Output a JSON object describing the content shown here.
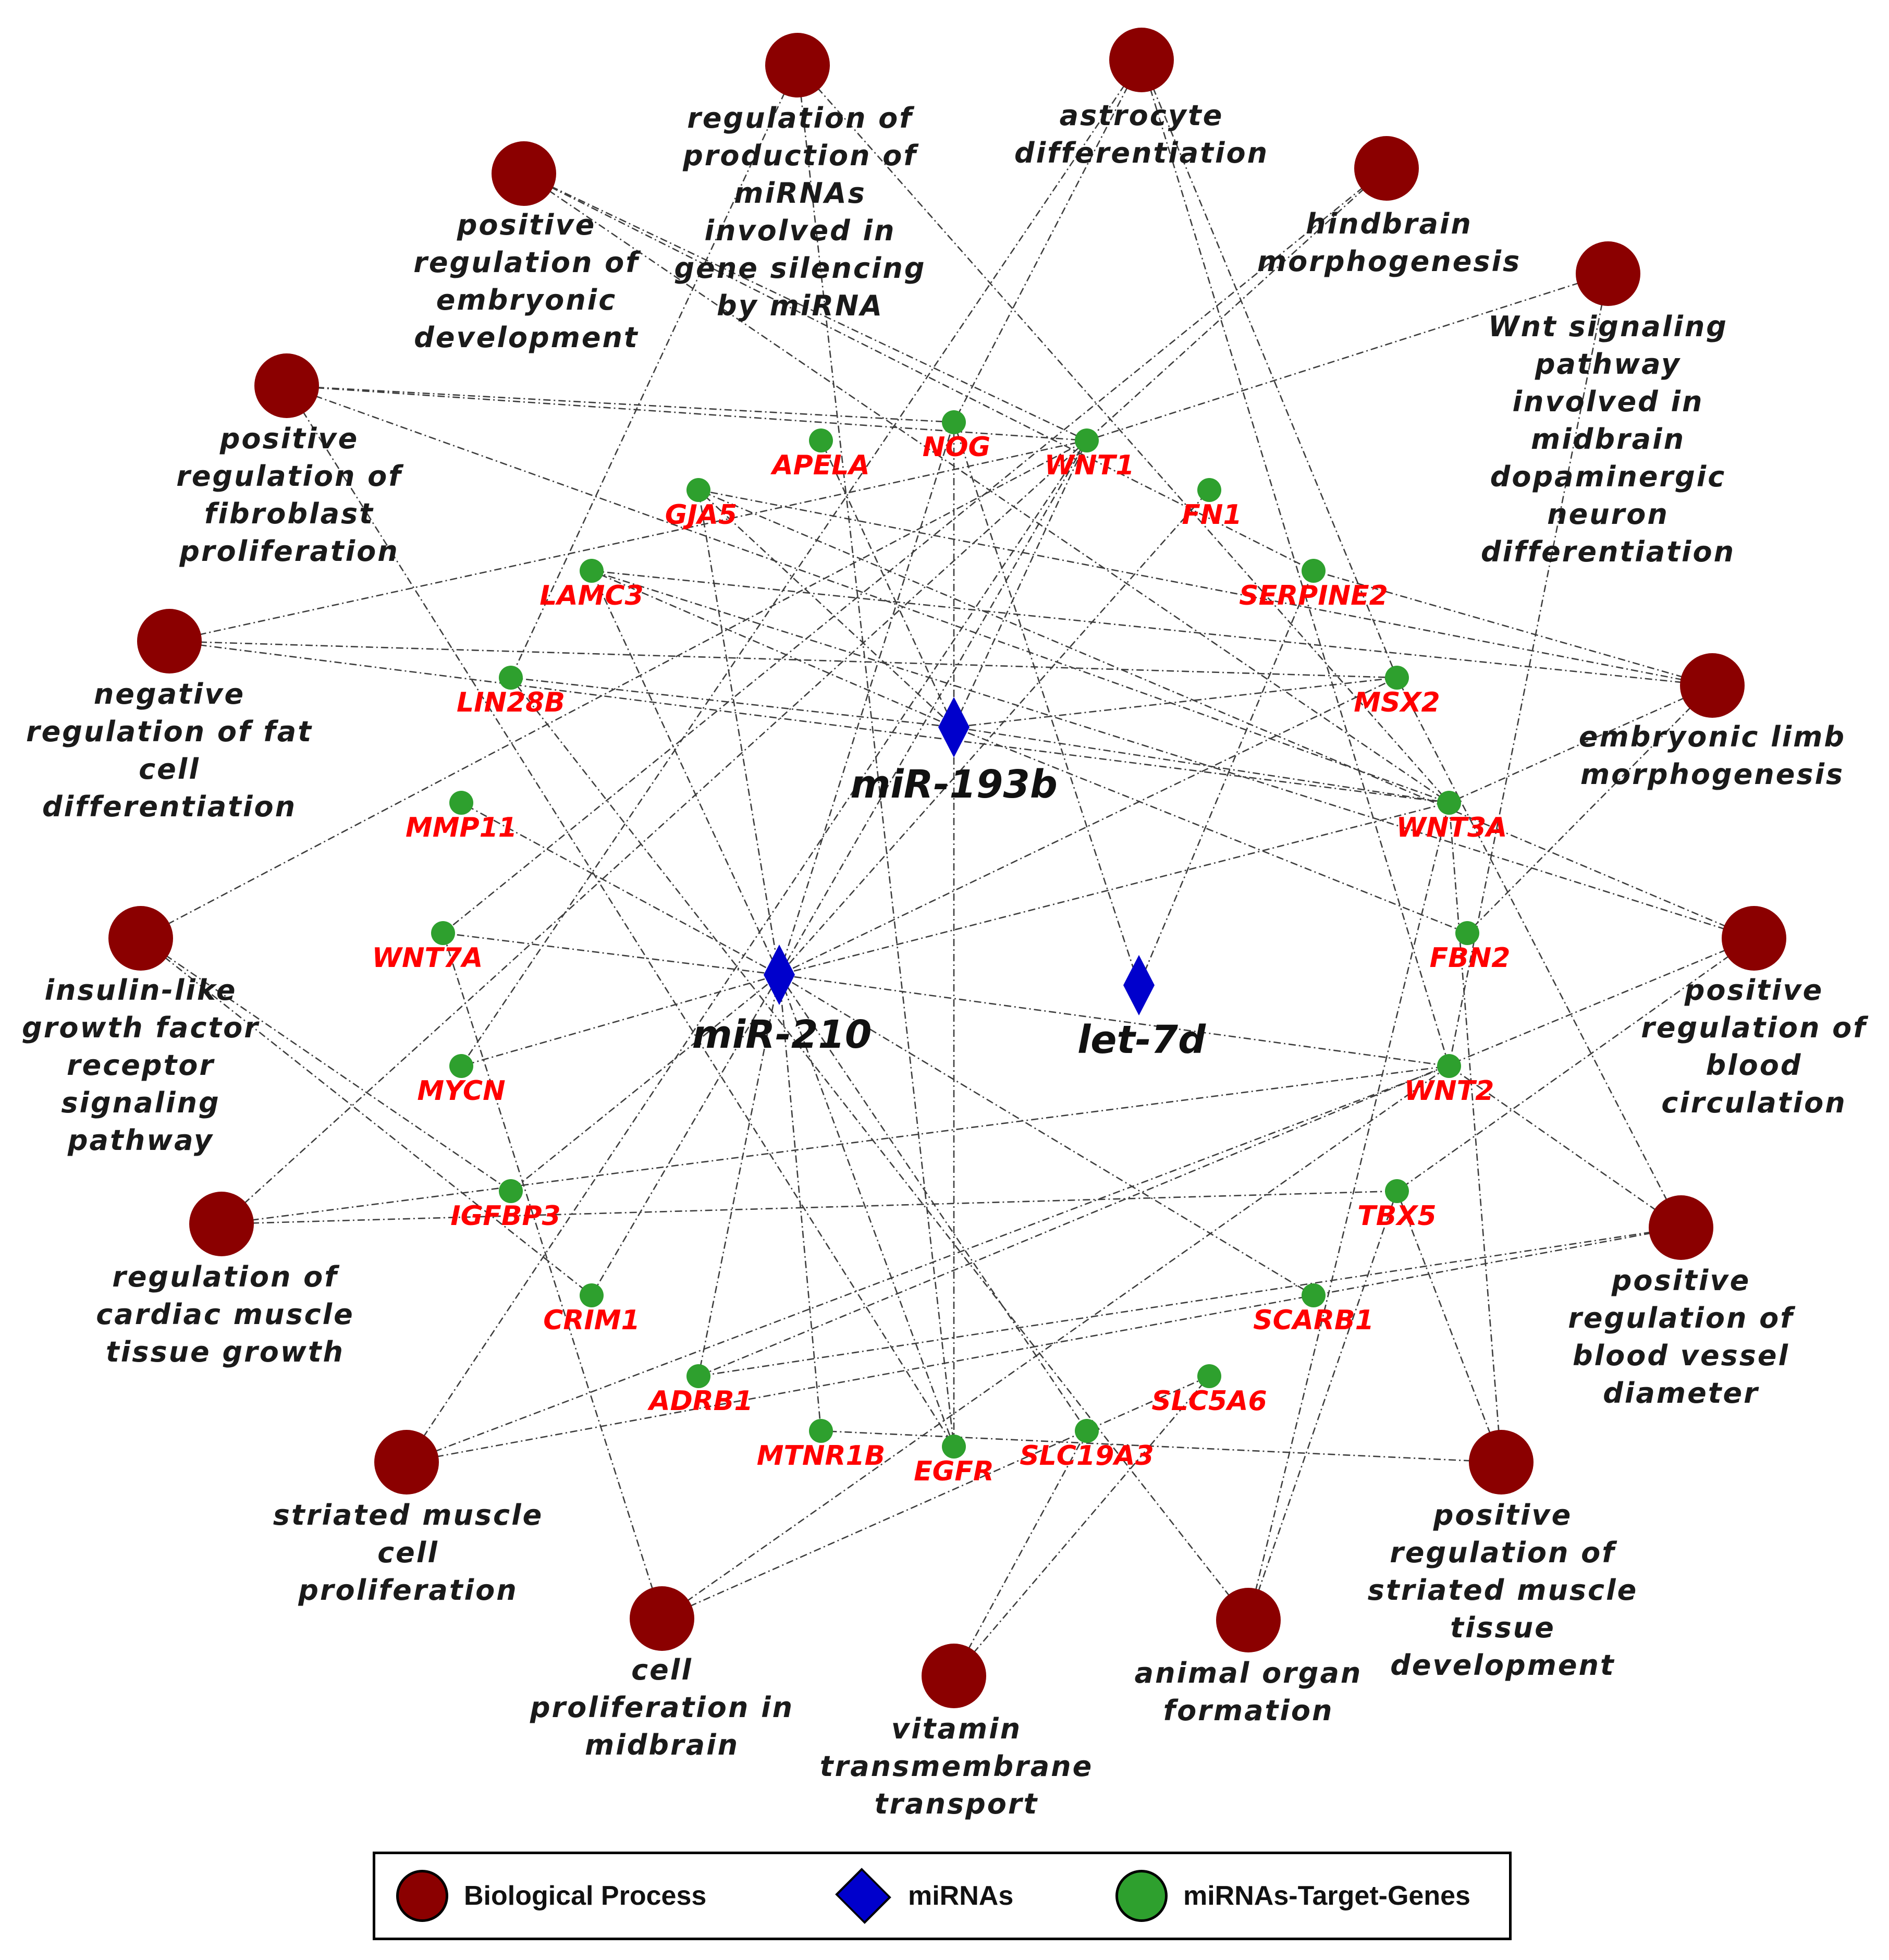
{
  "colors": {
    "biological_process": "#8b0000",
    "mirna": "#0000cc",
    "gene": "#2ea02e",
    "gene_label": "#ff0000",
    "edge": "#3d3d3d"
  },
  "legend": {
    "bp": "Biological Process",
    "mirna": "miRNAs",
    "gene": "miRNAs-Target-Genes"
  },
  "mirnas": [
    {
      "id": "m193",
      "label": "miR-193b"
    },
    {
      "id": "m210",
      "label": "miR-210"
    },
    {
      "id": "let7",
      "label": "let-7d"
    }
  ],
  "genes": [
    {
      "id": "APELA",
      "label": "APELA"
    },
    {
      "id": "NOG",
      "label": "NOG"
    },
    {
      "id": "WNT1",
      "label": "WNT1"
    },
    {
      "id": "GJA5",
      "label": "GJA5"
    },
    {
      "id": "FN1",
      "label": "FN1"
    },
    {
      "id": "LAMC3",
      "label": "LAMC3"
    },
    {
      "id": "SERPINE2",
      "label": "SERPINE2"
    },
    {
      "id": "LIN28B",
      "label": "LIN28B"
    },
    {
      "id": "MSX2",
      "label": "MSX2"
    },
    {
      "id": "MMP11",
      "label": "MMP11"
    },
    {
      "id": "WNT3A",
      "label": "WNT3A"
    },
    {
      "id": "WNT7A",
      "label": "WNT7A"
    },
    {
      "id": "FBN2",
      "label": "FBN2"
    },
    {
      "id": "MYCN",
      "label": "MYCN"
    },
    {
      "id": "WNT2",
      "label": "WNT2"
    },
    {
      "id": "IGFBP3",
      "label": "IGFBP3"
    },
    {
      "id": "TBX5",
      "label": "TBX5"
    },
    {
      "id": "CRIM1",
      "label": "CRIM1"
    },
    {
      "id": "SCARB1",
      "label": "SCARB1"
    },
    {
      "id": "ADRB1",
      "label": "ADRB1"
    },
    {
      "id": "SLC5A6",
      "label": "SLC5A6"
    },
    {
      "id": "MTNR1B",
      "label": "MTNR1B"
    },
    {
      "id": "EGFR",
      "label": "EGFR"
    },
    {
      "id": "SLC19A3",
      "label": "SLC19A3"
    }
  ],
  "processes": [
    {
      "id": "bp_mirna",
      "lines": [
        "regulation of",
        "production of",
        "miRNAs",
        "involved in",
        "gene silencing",
        "by miRNA"
      ]
    },
    {
      "id": "bp_astro",
      "lines": [
        "astrocyte",
        "differentiation"
      ]
    },
    {
      "id": "bp_embryo",
      "lines": [
        "positive",
        "regulation of",
        "embryonic",
        "development"
      ]
    },
    {
      "id": "bp_hind",
      "lines": [
        "hindbrain",
        "morphogenesis"
      ]
    },
    {
      "id": "bp_wnt",
      "lines": [
        "Wnt signaling",
        "pathway",
        "involved in",
        "midbrain",
        "dopaminergic",
        "neuron",
        "differentiation"
      ]
    },
    {
      "id": "bp_fibro",
      "lines": [
        "positive",
        "regulation of",
        "fibroblast",
        "proliferation"
      ]
    },
    {
      "id": "bp_fat",
      "lines": [
        "negative",
        "regulation of fat",
        "cell",
        "differentiation"
      ]
    },
    {
      "id": "bp_limb",
      "lines": [
        "embryonic limb",
        "morphogenesis"
      ]
    },
    {
      "id": "bp_igf",
      "lines": [
        "insulin-like",
        "growth factor",
        "receptor",
        "signaling",
        "pathway"
      ]
    },
    {
      "id": "bp_blood",
      "lines": [
        "positive",
        "regulation of",
        "blood",
        "circulation"
      ]
    },
    {
      "id": "bp_cardiac",
      "lines": [
        "regulation of",
        "cardiac muscle",
        "tissue growth"
      ]
    },
    {
      "id": "bp_vessel",
      "lines": [
        "positive",
        "regulation of",
        "blood vessel",
        "diameter"
      ]
    },
    {
      "id": "bp_striated",
      "lines": [
        "striated muscle",
        "cell",
        "proliferation"
      ]
    },
    {
      "id": "bp_striatedtissue",
      "lines": [
        "positive",
        "regulation of",
        "striated muscle",
        "tissue",
        "development"
      ]
    },
    {
      "id": "bp_midbrain",
      "lines": [
        "cell",
        "proliferation in",
        "midbrain"
      ]
    },
    {
      "id": "bp_vitamin",
      "lines": [
        "vitamin",
        "transmembrane",
        "transport"
      ]
    },
    {
      "id": "bp_organ",
      "lines": [
        "animal organ",
        "formation"
      ]
    }
  ],
  "edges": [
    [
      "m193",
      "APELA"
    ],
    [
      "m193",
      "NOG"
    ],
    [
      "m193",
      "WNT1"
    ],
    [
      "m193",
      "GJA5"
    ],
    [
      "m193",
      "LAMC3"
    ],
    [
      "m193",
      "LIN28B"
    ],
    [
      "m193",
      "MSX2"
    ],
    [
      "m193",
      "WNT3A"
    ],
    [
      "m193",
      "EGFR"
    ],
    [
      "m193",
      "FBN2"
    ],
    [
      "m210",
      "NOG"
    ],
    [
      "m210",
      "WNT1"
    ],
    [
      "m210",
      "FN1"
    ],
    [
      "m210",
      "GJA5"
    ],
    [
      "m210",
      "LAMC3"
    ],
    [
      "m210",
      "MSX2"
    ],
    [
      "m210",
      "WNT7A"
    ],
    [
      "m210",
      "MYCN"
    ],
    [
      "m210",
      "IGFBP3"
    ],
    [
      "m210",
      "CRIM1"
    ],
    [
      "m210",
      "ADRB1"
    ],
    [
      "m210",
      "MTNR1B"
    ],
    [
      "m210",
      "EGFR"
    ],
    [
      "m210",
      "SLC19A3"
    ],
    [
      "m210",
      "SCARB1"
    ],
    [
      "m210",
      "WNT2"
    ],
    [
      "m210",
      "WNT3A"
    ],
    [
      "m210",
      "MMP11"
    ],
    [
      "let7",
      "SERPINE2"
    ],
    [
      "let7",
      "NOG"
    ],
    [
      "bp_mirna",
      "LIN28B"
    ],
    [
      "bp_mirna",
      "EGFR"
    ],
    [
      "bp_mirna",
      "WNT3A"
    ],
    [
      "bp_astro",
      "NOG"
    ],
    [
      "bp_astro",
      "MSX2"
    ],
    [
      "bp_astro",
      "MYCN"
    ],
    [
      "bp_astro",
      "WNT2"
    ],
    [
      "bp_embryo",
      "WNT1"
    ],
    [
      "bp_embryo",
      "WNT3A"
    ],
    [
      "bp_embryo",
      "SERPINE2"
    ],
    [
      "bp_hind",
      "WNT1"
    ],
    [
      "bp_hind",
      "WNT7A"
    ],
    [
      "bp_wnt",
      "WNT1"
    ],
    [
      "bp_wnt",
      "WNT2"
    ],
    [
      "bp_fibro",
      "WNT1"
    ],
    [
      "bp_fibro",
      "NOG"
    ],
    [
      "bp_fibro",
      "EGFR"
    ],
    [
      "bp_fibro",
      "WNT3A"
    ],
    [
      "bp_fat",
      "WNT1"
    ],
    [
      "bp_fat",
      "WNT3A"
    ],
    [
      "bp_fat",
      "MSX2"
    ],
    [
      "bp_limb",
      "GJA5"
    ],
    [
      "bp_limb",
      "WNT3A"
    ],
    [
      "bp_limb",
      "FBN2"
    ],
    [
      "bp_limb",
      "SERPINE2"
    ],
    [
      "bp_limb",
      "LAMC3"
    ],
    [
      "bp_igf",
      "IGFBP3"
    ],
    [
      "bp_igf",
      "CRIM1"
    ],
    [
      "bp_igf",
      "WNT1"
    ],
    [
      "bp_blood",
      "GJA5"
    ],
    [
      "bp_blood",
      "ADRB1"
    ],
    [
      "bp_blood",
      "TBX5"
    ],
    [
      "bp_blood",
      "LAMC3"
    ],
    [
      "bp_cardiac",
      "WNT2"
    ],
    [
      "bp_cardiac",
      "TBX5"
    ],
    [
      "bp_cardiac",
      "WNT1"
    ],
    [
      "bp_vessel",
      "ADRB1"
    ],
    [
      "bp_vessel",
      "SCARB1"
    ],
    [
      "bp_vessel",
      "WNT2"
    ],
    [
      "bp_vessel",
      "MSX2"
    ],
    [
      "bp_striated",
      "WNT2"
    ],
    [
      "bp_striated",
      "WNT1"
    ],
    [
      "bp_striated",
      "SCARB1"
    ],
    [
      "bp_striatedtissue",
      "TBX5"
    ],
    [
      "bp_striatedtissue",
      "WNT3A"
    ],
    [
      "bp_striatedtissue",
      "MTNR1B"
    ],
    [
      "bp_midbrain",
      "WNT2"
    ],
    [
      "bp_midbrain",
      "SLC5A6"
    ],
    [
      "bp_midbrain",
      "WNT7A"
    ],
    [
      "bp_vitamin",
      "SLC19A3"
    ],
    [
      "bp_vitamin",
      "SLC5A6"
    ],
    [
      "bp_organ",
      "WNT3A"
    ],
    [
      "bp_organ",
      "TBX5"
    ],
    [
      "bp_organ",
      "LIN28B"
    ]
  ]
}
